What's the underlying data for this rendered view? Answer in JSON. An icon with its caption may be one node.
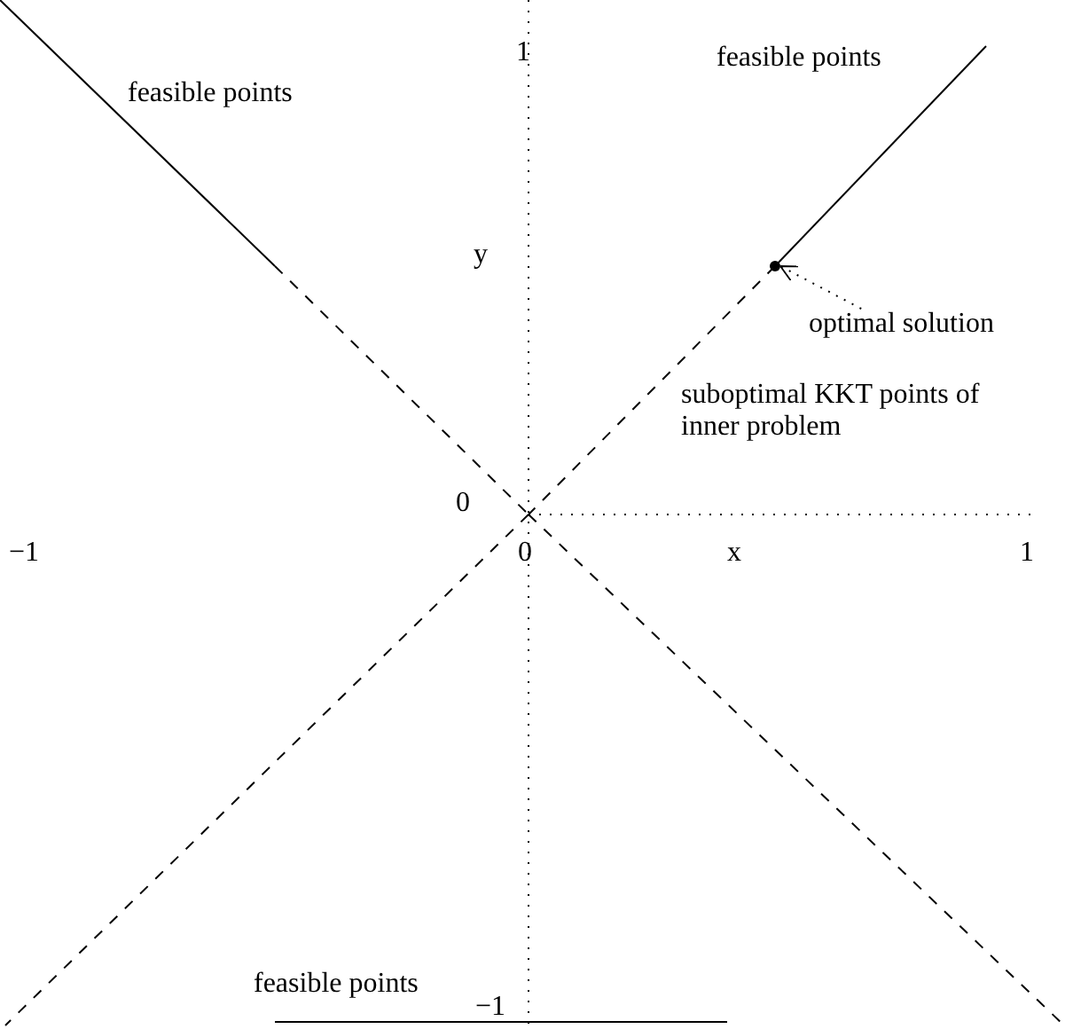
{
  "diagram": {
    "nodes": [
      {
        "text": [
          "optimal solution"
        ]
      },
      {
        "text": [],
        "shape": "circle"
      }
    ],
    "edges": [
      {
        "from": 0,
        "to": 1,
        "arrow": "to"
      }
    ],
    "labels": [
      "feasible points",
      "1",
      "feasible points",
      "y",
      "suboptimal KKT points of inner problem",
      "0",
      "−1",
      "0",
      "x",
      "1",
      "feasible points",
      "−1"
    ]
  }
}
